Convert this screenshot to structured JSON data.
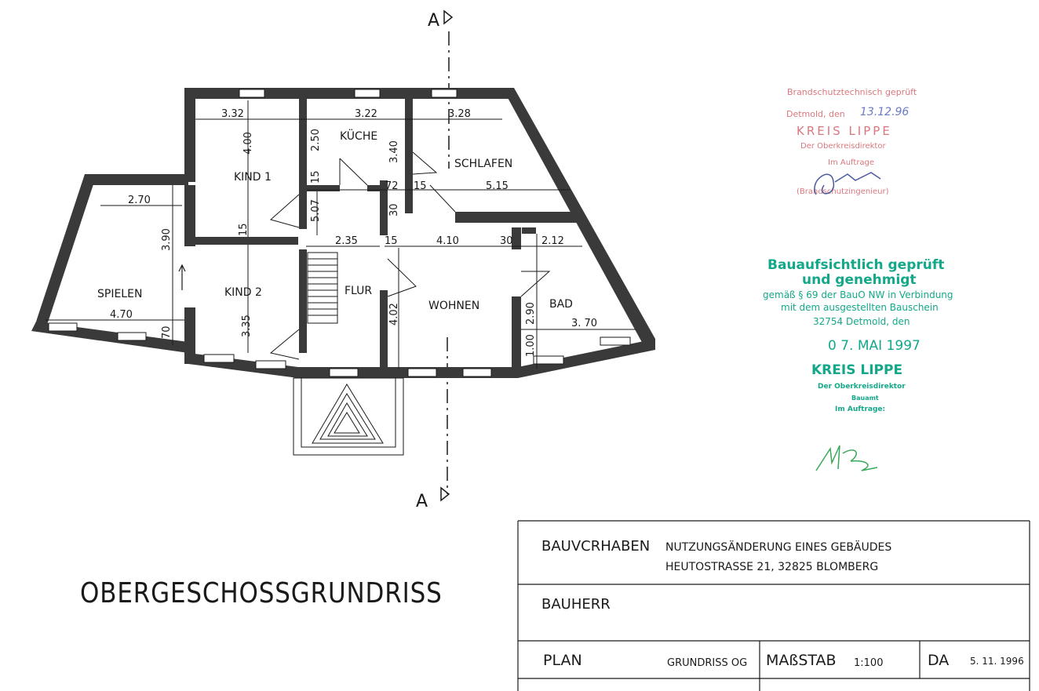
{
  "section_marker": "A",
  "rooms": {
    "kueche": "KÜCHE",
    "schlafen": "SCHLAFEN",
    "kind1": "KIND 1",
    "kind2": "KIND 2",
    "spielen": "SPIELEN",
    "flur": "FLUR",
    "wohnen": "WOHNEN",
    "bad": "BAD"
  },
  "dimensions": {
    "d332": "3.32",
    "d322": "3.22",
    "d328": "3.28",
    "d250": "2.50",
    "d400": "4.00",
    "d340": "3.40",
    "d15a": "15",
    "d72": "72",
    "d15b": "15",
    "d515": "5.15",
    "d30a": "30",
    "d507": "5.07",
    "d270": "2.70",
    "d390": "3.90",
    "d15c": "15",
    "d235": "2.35",
    "d15d": "15",
    "d410": "4.10",
    "d30b": "30",
    "d212": "2.12",
    "d290": "2.90",
    "d470": "4.70",
    "d70": "70",
    "d335": "3.35",
    "d402": "4.02",
    "d100": "1.00",
    "d370": "3. 70"
  },
  "drawing_title": "OBERGESCHOSSGRUNDRISS",
  "title_block": {
    "bauvorhaben_label": "BAUVCRHABEN",
    "bauvorhaben_line1": "NUTZUNGSÄNDERUNG  EINES   GEBÄUDES",
    "bauvorhaben_line2": "HEUTOSTRASSE  21,     32825  BLOMBERG",
    "bauherr_label": "BAUHERR",
    "plan_label": "PLAN",
    "plan_value": "GRUNDRISS  OG",
    "massstab_label": "MAßSTAB",
    "massstab_value": "1:100",
    "datum_label": "DA",
    "datum_value": "5. 11. 1996"
  },
  "stamp_fire": {
    "line1": "Brandschutztechnisch geprüft",
    "line2_prefix": "Detmold, den",
    "line2_date": "13.12.96",
    "line3": "KREIS LIPPE",
    "line4": "Der Oberkreisdirektor",
    "line5": "Im Auftrage",
    "line6": "(Brandschutzingenieur)"
  },
  "stamp_approval": {
    "line1": "Bauaufsichtlich geprüft",
    "line2": "und genehmigt",
    "line3": "gemäß § 69 der BauO NW in Verbindung",
    "line4": "mit dem ausgestellten Bauschein",
    "line5": "32754 Detmold, den",
    "line6": "0 7. MAI 1997",
    "line7": "KREIS LIPPE",
    "line8": "Der Oberkreisdirektor",
    "line9": "Bauamt",
    "line10": "Im Auftrage:"
  },
  "colors": {
    "wall": "#3a3a3a",
    "ink": "#1a1a1a",
    "stamp_red": "#d8787e",
    "stamp_green": "#13a889"
  }
}
